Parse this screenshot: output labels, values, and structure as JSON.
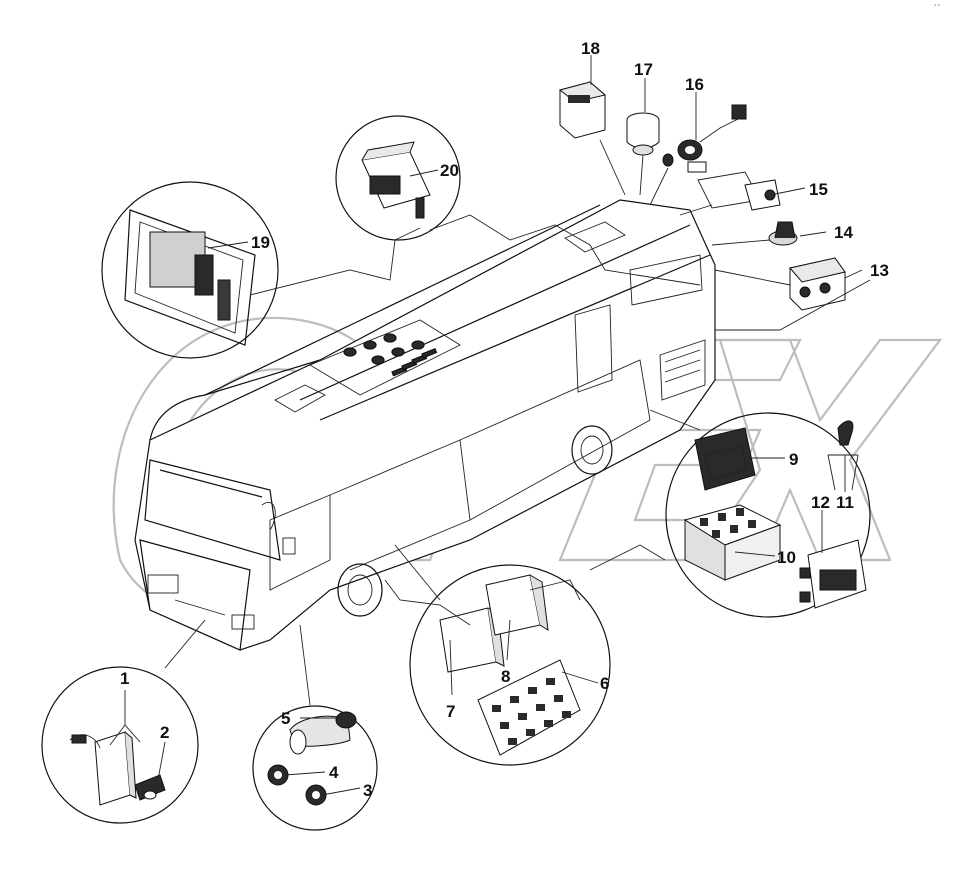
{
  "diagram": {
    "callouts": [
      "1",
      "2",
      "3",
      "4",
      "5",
      "6",
      "7",
      "8",
      "9",
      "10",
      "11",
      "12",
      "13",
      "14",
      "15",
      "16",
      "17",
      "18",
      "19",
      "20"
    ],
    "watermark": "OPEX",
    "corner_mark": "´´"
  },
  "colors": {
    "line": "#111111",
    "fill_light": "#e9e9e9",
    "fill_dark": "#2a2a2a",
    "watermark": "#bdbdbd"
  }
}
